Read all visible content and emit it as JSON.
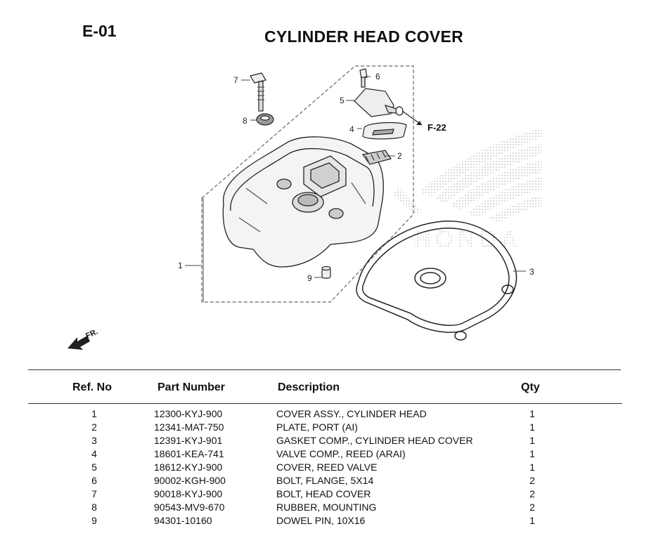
{
  "header": {
    "code": "E-01",
    "title": "CYLINDER HEAD COVER"
  },
  "diagram": {
    "callouts": [
      "1",
      "2",
      "3",
      "4",
      "5",
      "6",
      "7",
      "8",
      "9"
    ],
    "reference": "F-22",
    "direction": "FR.",
    "watermark": "HONDA"
  },
  "table": {
    "headers": {
      "ref": "Ref. No",
      "part": "Part Number",
      "desc": "Description",
      "qty": "Qty"
    },
    "rows": [
      {
        "ref": "1",
        "part": "12300-KYJ-900",
        "desc": "COVER ASSY., CYLINDER HEAD",
        "qty": "1"
      },
      {
        "ref": "2",
        "part": "12341-MAT-750",
        "desc": "PLATE, PORT (AI)",
        "qty": "1"
      },
      {
        "ref": "3",
        "part": "12391-KYJ-901",
        "desc": "GASKET COMP., CYLINDER HEAD COVER",
        "qty": "1"
      },
      {
        "ref": "4",
        "part": "18601-KEA-741",
        "desc": "VALVE COMP., REED (ARAI)",
        "qty": "1"
      },
      {
        "ref": "5",
        "part": "18612-KYJ-900",
        "desc": "COVER, REED VALVE",
        "qty": "1"
      },
      {
        "ref": "6",
        "part": "90002-KGH-900",
        "desc": "BOLT, FLANGE, 5X14",
        "qty": "2"
      },
      {
        "ref": "7",
        "part": "90018-KYJ-900",
        "desc": "BOLT, HEAD COVER",
        "qty": "2"
      },
      {
        "ref": "8",
        "part": "90543-MV9-670",
        "desc": "RUBBER, MOUNTING",
        "qty": "2"
      },
      {
        "ref": "9",
        "part": "94301-10160",
        "desc": "DOWEL PIN, 10X16",
        "qty": "1"
      }
    ]
  }
}
